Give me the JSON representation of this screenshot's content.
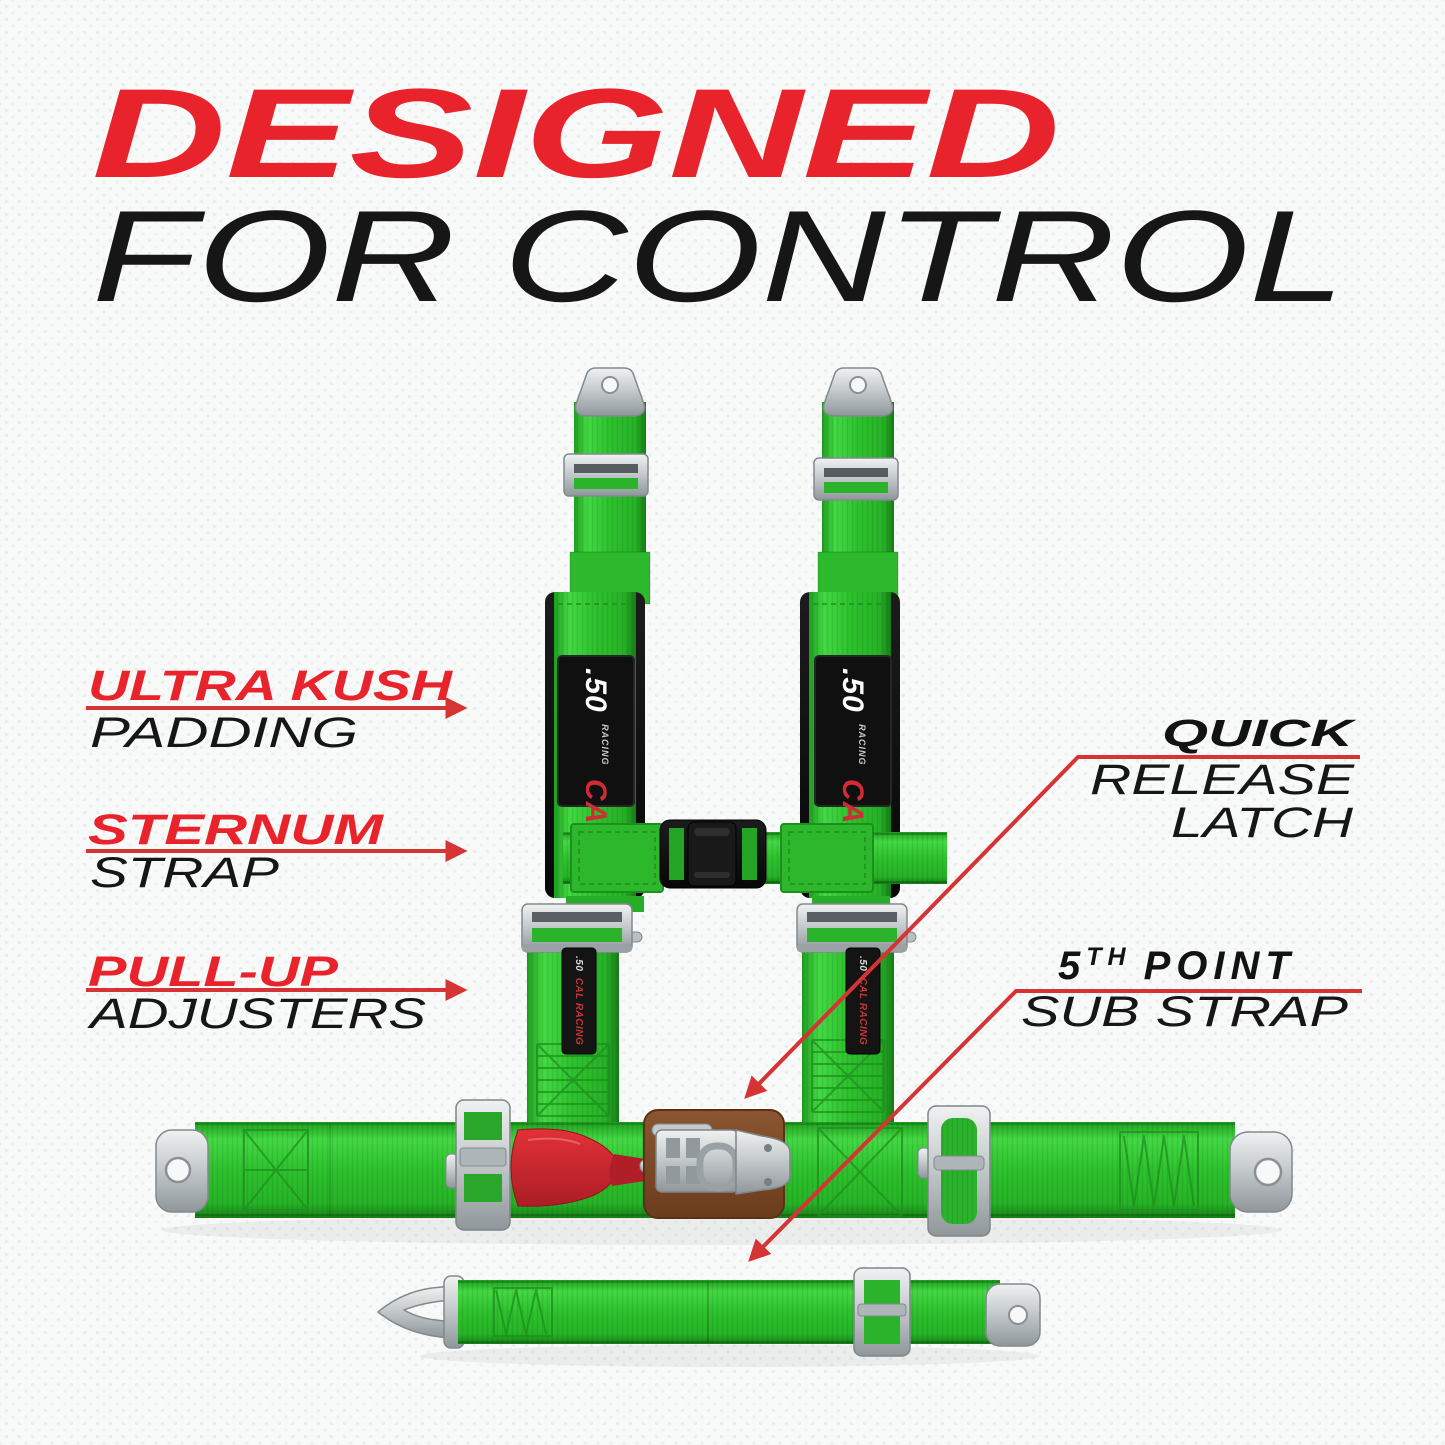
{
  "title": {
    "line1": "DESIGNED",
    "line2": "FOR CONTROL"
  },
  "callouts": {
    "left": [
      {
        "heading": "ULTRA KUSH",
        "subheading": "PADDING"
      },
      {
        "heading": "STERNUM",
        "subheading": "STRAP"
      },
      {
        "heading": "PULL-UP",
        "subheading": "ADJUSTERS"
      }
    ],
    "right": [
      {
        "heading": "QUICK",
        "subheading_line1": "RELEASE",
        "subheading_line2": "LATCH"
      },
      {
        "heading_number": "5",
        "heading_ordinal": "TH",
        "heading_rest": "POINT",
        "subheading": "SUB STRAP"
      }
    ]
  },
  "harness": {
    "pad_logo": {
      "prefix": ".50",
      "racing": "RACING",
      "brand": "CAL"
    },
    "tag_logo": {
      "prefix": ".50",
      "rest": "CAL RACING"
    }
  },
  "colors": {
    "accent_red": "#e8232b",
    "callout_line_red": "#d63434",
    "strap_green": "#2fc32f",
    "strap_green_dark": "#1d8f1d",
    "text_black": "#121212",
    "metal_silver": "#c6cbcd",
    "leather_brown": "#7a4a2a",
    "pull_tab_red": "#cf2630",
    "pad_black": "#101010"
  }
}
